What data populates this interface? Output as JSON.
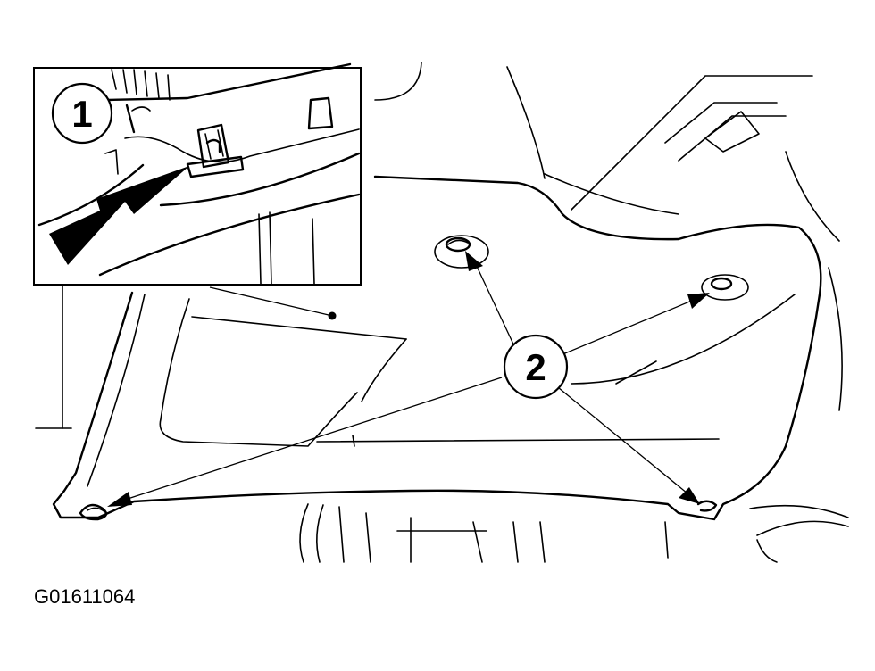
{
  "callouts": [
    {
      "label": "1"
    },
    {
      "label": "2"
    }
  ],
  "figure_code": "G01611064",
  "colors": {
    "ink": "#000000",
    "paper": "#ffffff"
  }
}
